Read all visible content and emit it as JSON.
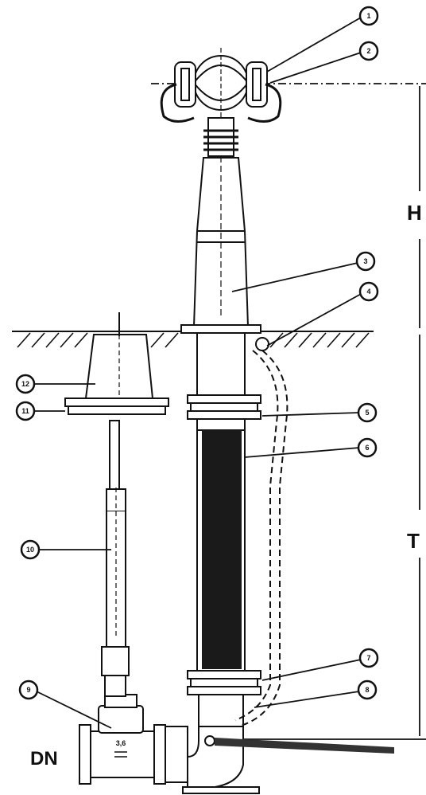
{
  "callouts": {
    "c1": "1",
    "c2": "2",
    "c3": "3",
    "c4": "4",
    "c5": "5",
    "c6": "6",
    "c7": "7",
    "c8": "8",
    "c9": "9",
    "c10": "10",
    "c11": "11",
    "c12": "12"
  },
  "dimensions": {
    "h": "H",
    "t": "T"
  },
  "labels": {
    "dn": "DN",
    "valve_marking": "3,6"
  },
  "colors": {
    "line": "#111111",
    "hatch": "#333333",
    "tube": "#1a1a1a"
  }
}
